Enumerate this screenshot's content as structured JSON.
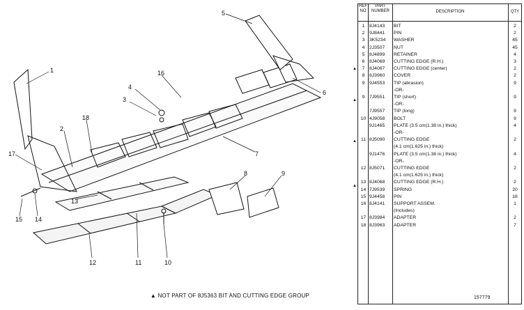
{
  "header": {
    "ref_no": "REF NO",
    "part_number": "PART NUMBER",
    "description": "DESCRIPTION",
    "qty": "QTY"
  },
  "rows": [
    {
      "ref": "1",
      "part": "8J4143",
      "desc": "BIT",
      "qty": "2"
    },
    {
      "ref": "2",
      "part": "9J8441",
      "desc": "PIN",
      "qty": "2"
    },
    {
      "ref": "3",
      "part": "3K5234",
      "desc": "WASHER",
      "qty": "45"
    },
    {
      "ref": "4",
      "part": "2J3507",
      "desc": "NUT",
      "qty": "45"
    },
    {
      "ref": "5",
      "part": "8J4899",
      "desc": "RETAINER",
      "qty": "4"
    },
    {
      "ref": "6",
      "part": "8J4069",
      "desc": "CUTTING EDGE (R.H.)",
      "qty": "3"
    },
    {
      "ref": "7",
      "part": "8J4067",
      "desc": "CUTTING EDGE (center)",
      "qty": "2"
    },
    {
      "ref": "8",
      "part": "8J3960",
      "desc": "COVER",
      "qty": "2"
    },
    {
      "ref": "9",
      "part": "9J4553",
      "desc": "TIP (abrasion)",
      "qty": "9"
    },
    {
      "ref": "",
      "part": "",
      "desc": "-OR-",
      "qty": ""
    },
    {
      "ref": "9",
      "part": "7J9551",
      "desc": "TIP (short)",
      "qty": "9"
    },
    {
      "ref": "",
      "part": "",
      "desc": "-OR-",
      "qty": ""
    },
    {
      "ref": "",
      "part": "7J9557",
      "desc": "TIP (long)",
      "qty": "9"
    },
    {
      "ref": "10",
      "part": "4J9058",
      "desc": "BOLT",
      "qty": "9"
    },
    {
      "ref": "",
      "part": "9J1465",
      "desc": "PLATE (3.5 cm(1.38 in.) thick)",
      "qty": "4"
    },
    {
      "ref": "",
      "part": "",
      "desc": "-OR-",
      "qty": ""
    },
    {
      "ref": "11",
      "part": "8J5090",
      "desc": "CUTTING EDGE",
      "qty": "2"
    },
    {
      "ref": "",
      "part": "",
      "desc": "(4.1 cm(1.625 in.) thick)",
      "qty": ""
    },
    {
      "ref": "",
      "part": "9J1476",
      "desc": "PLATE (3.5 cm(1.38 in.) thick)",
      "qty": "4"
    },
    {
      "ref": "",
      "part": "",
      "desc": "-OR-",
      "qty": ""
    },
    {
      "ref": "12",
      "part": "8J5071",
      "desc": "CUTTING EDGE",
      "qty": "2"
    },
    {
      "ref": "",
      "part": "",
      "desc": "(4.1 cm(1.625 in.) thick)",
      "qty": ""
    },
    {
      "ref": "13",
      "part": "8J4068",
      "desc": "CUTTING EDGE (R.H.)",
      "qty": "2"
    },
    {
      "ref": "14",
      "part": "7J9539",
      "desc": "SPRING",
      "qty": "20"
    },
    {
      "ref": "15",
      "part": "9J4458",
      "desc": "PIN",
      "qty": "18"
    },
    {
      "ref": "16",
      "part": "8J4141",
      "desc": "SUPPORT ASSEM.",
      "qty": "1"
    },
    {
      "ref": "",
      "part": "",
      "desc": "(Includes)",
      "qty": ""
    },
    {
      "ref": "17",
      "part": "8J3984",
      "desc": "ADAPTER",
      "qty": "2"
    },
    {
      "ref": "18",
      "part": "8J3963",
      "desc": "ADAPTER",
      "qty": "7"
    }
  ],
  "callouts": [
    "1",
    "2",
    "3",
    "4",
    "5",
    "6",
    "7",
    "8",
    "9",
    "10",
    "11",
    "12",
    "13",
    "14",
    "15",
    "16",
    "17",
    "18"
  ],
  "footnote": "▲ NOT PART OF 8J5363 BIT AND CUTTING EDGE GROUP",
  "marker": "▲",
  "figure_id": "157779"
}
